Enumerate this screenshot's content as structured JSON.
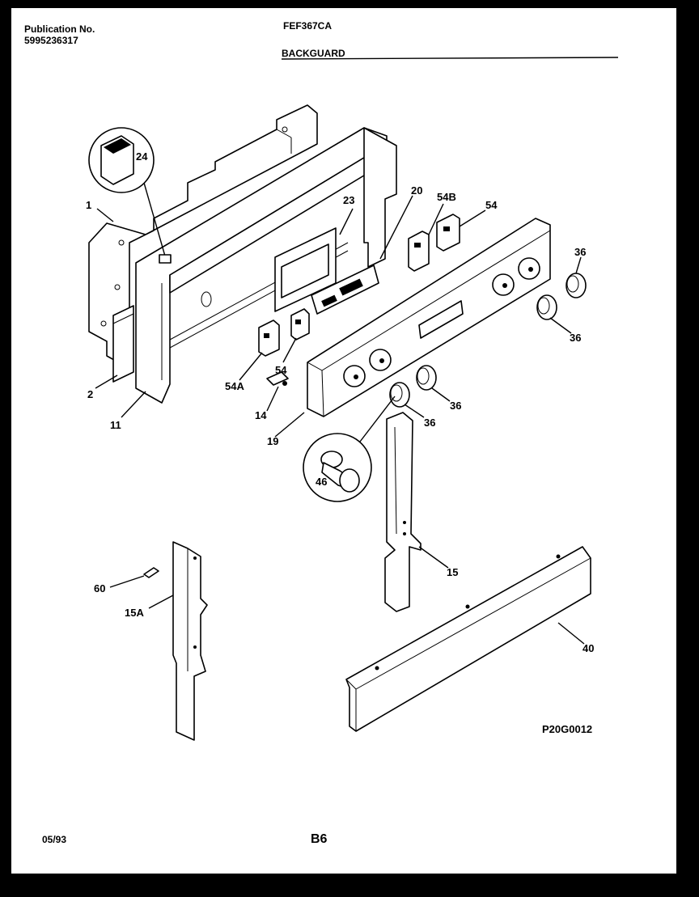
{
  "header": {
    "publication_label": "Publication No.",
    "publication_number": "5995236317",
    "model": "FEF367CA",
    "section": "BACKGUARD"
  },
  "footer": {
    "date": "05/93",
    "page": "B6",
    "drawing_code": "P20G0012"
  },
  "callouts": {
    "c1": "1",
    "c2": "2",
    "c11": "11",
    "c14": "14",
    "c15": "15",
    "c15a": "15A",
    "c19": "19",
    "c20": "20",
    "c23": "23",
    "c24": "24",
    "c36a": "36",
    "c36b": "36",
    "c36c": "36",
    "c36d": "36",
    "c40": "40",
    "c46": "46",
    "c54a": "54",
    "c54b": "54",
    "c54A": "54A",
    "c54B": "54B",
    "c60": "60"
  }
}
